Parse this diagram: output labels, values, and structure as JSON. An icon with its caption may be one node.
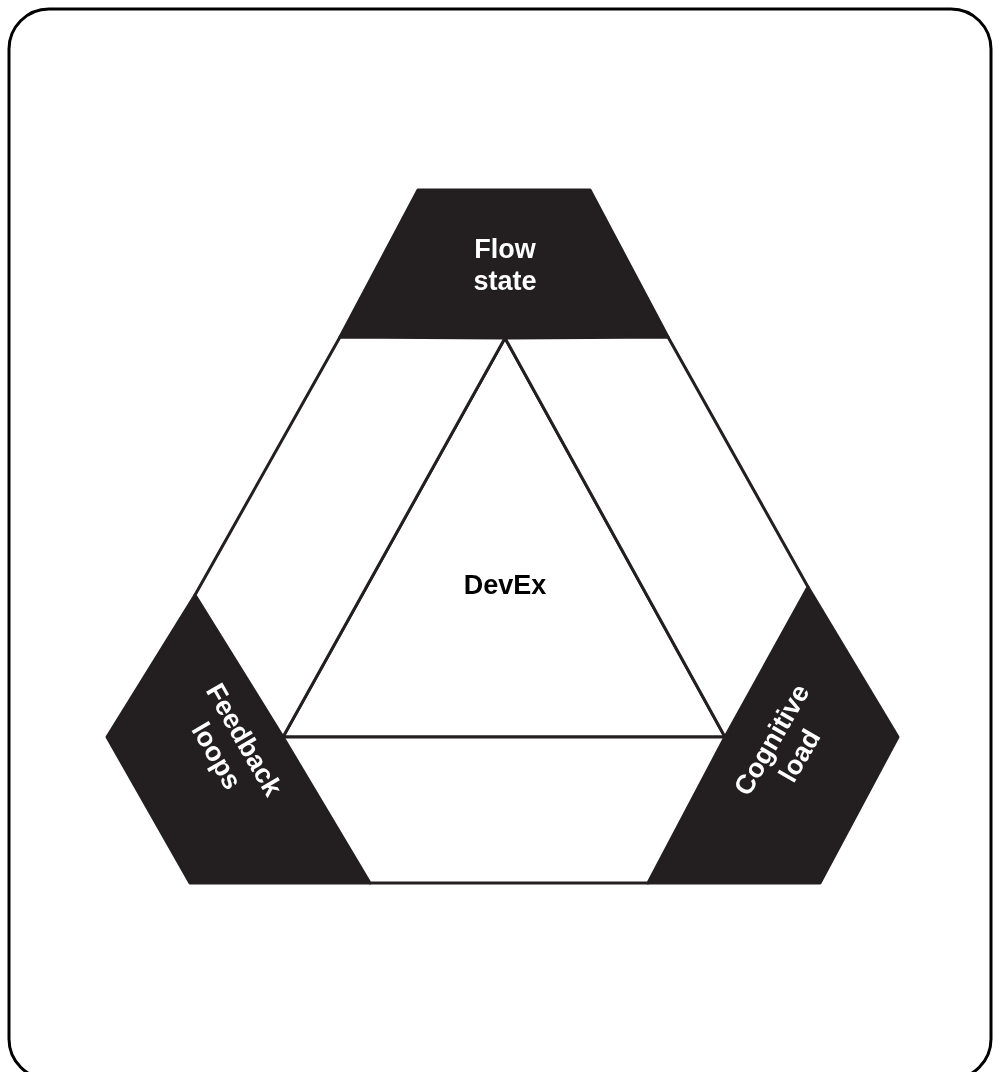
{
  "diagram": {
    "nodes": [
      {
        "text": [
          "Flow state"
        ]
      },
      {
        "text": [
          "DevEx"
        ]
      },
      {
        "text": [
          "Feedback loops"
        ]
      },
      {
        "text": [
          "Cognitive load"
        ]
      },
      {
        "text": [],
        "shape": "trapezoid"
      },
      {
        "text": [],
        "shape": "trapezoid"
      },
      {
        "text": [],
        "shape": "trapezoid"
      }
    ]
  }
}
